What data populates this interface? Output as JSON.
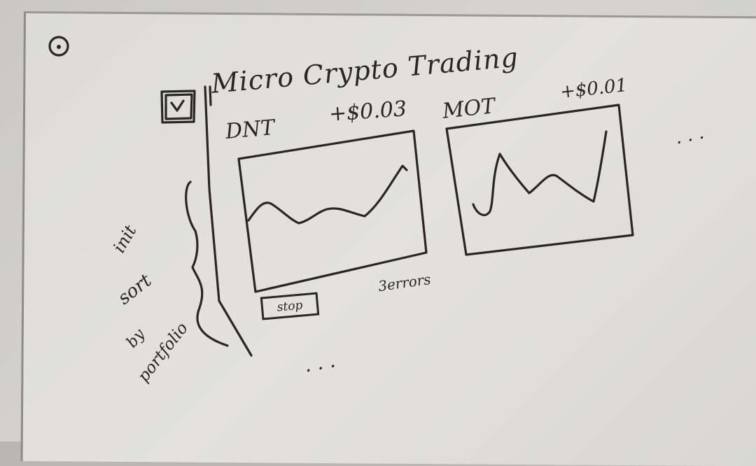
{
  "app": {
    "title": "Micro Crypto Trading",
    "checkbox_mark": "check-icon"
  },
  "sidebar": {
    "items": [
      {
        "label": "init"
      },
      {
        "label": "sort"
      },
      {
        "label": "by"
      },
      {
        "label": "portfolio"
      }
    ],
    "more": "· · ·"
  },
  "coins": [
    {
      "name": "DNT",
      "change": "+$0.03",
      "stop_label": "stop",
      "errors": "3errors"
    },
    {
      "name": "MOT",
      "change": "+$0.01"
    }
  ],
  "more_coins": "· · ·",
  "icons": {
    "top_left": "record-icon",
    "checkbox": "checkbox-icon"
  },
  "colors": {
    "ink": "#2b2622",
    "board": "#dcdbd5"
  }
}
